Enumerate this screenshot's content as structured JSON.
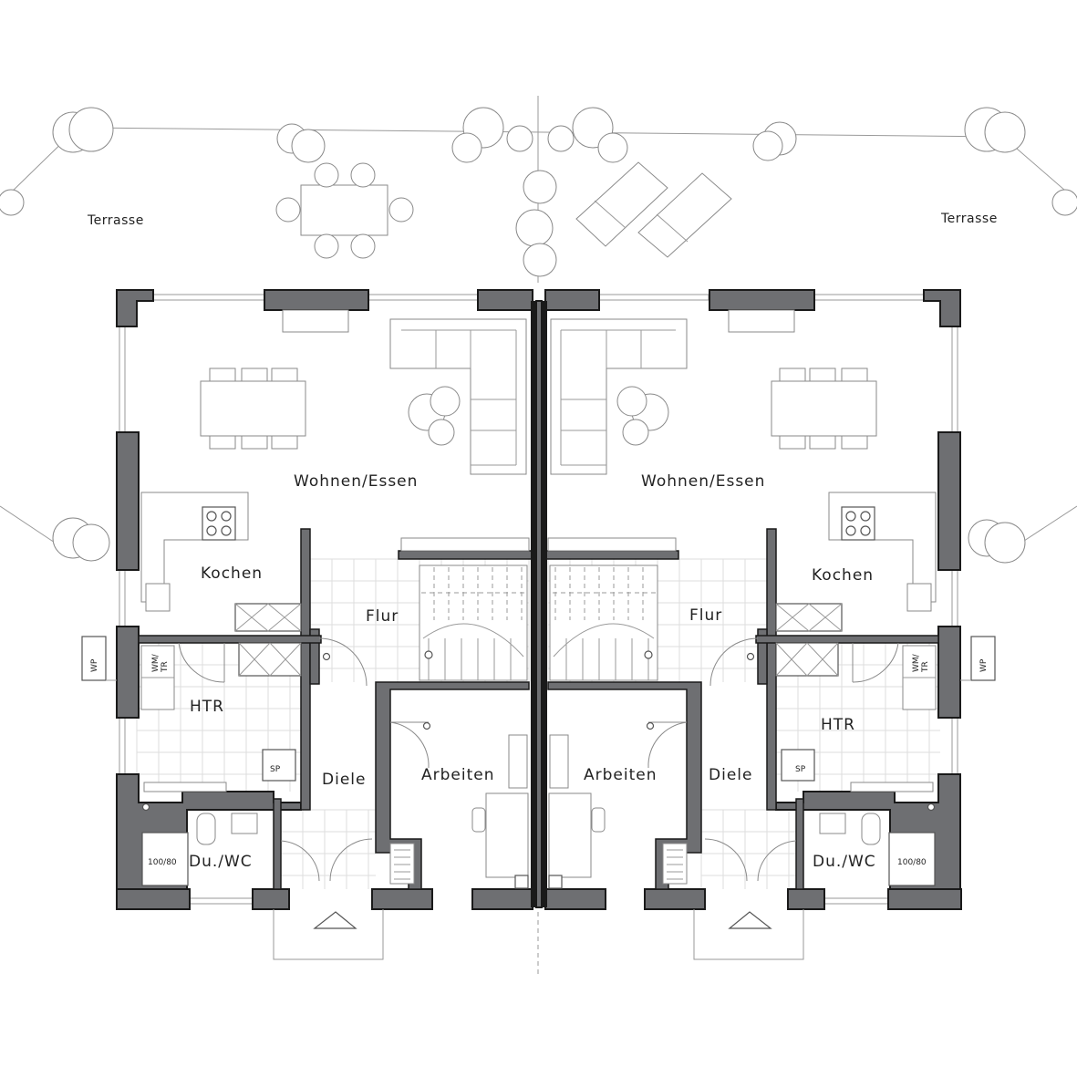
{
  "plan": {
    "terraces": {
      "left": "Terrasse",
      "right": "Terrasse"
    },
    "left_unit": {
      "living": "Wohnen/Essen",
      "kitchen": "Kochen",
      "hall": "Flur",
      "utility": "HTR",
      "entry": "Diele",
      "office": "Arbeiten",
      "bath": "Du./WC",
      "shower_size": "100/80",
      "washer_dryer": "WM/\nTR",
      "heat_pump": "WP",
      "storage": "SP"
    },
    "right_unit": {
      "living": "Wohnen/Essen",
      "kitchen": "Kochen",
      "hall": "Flur",
      "utility": "HTR",
      "entry": "Diele",
      "office": "Arbeiten",
      "bath": "Du./WC",
      "shower_size": "100/80",
      "washer_dryer": "WM/\nTR",
      "heat_pump": "WP",
      "storage": "SP"
    },
    "colors": {
      "wall_fill": "#6e6f72",
      "wall_outline": "#1a1a1a",
      "line": "#8a8a8a",
      "background": "#ffffff"
    }
  }
}
